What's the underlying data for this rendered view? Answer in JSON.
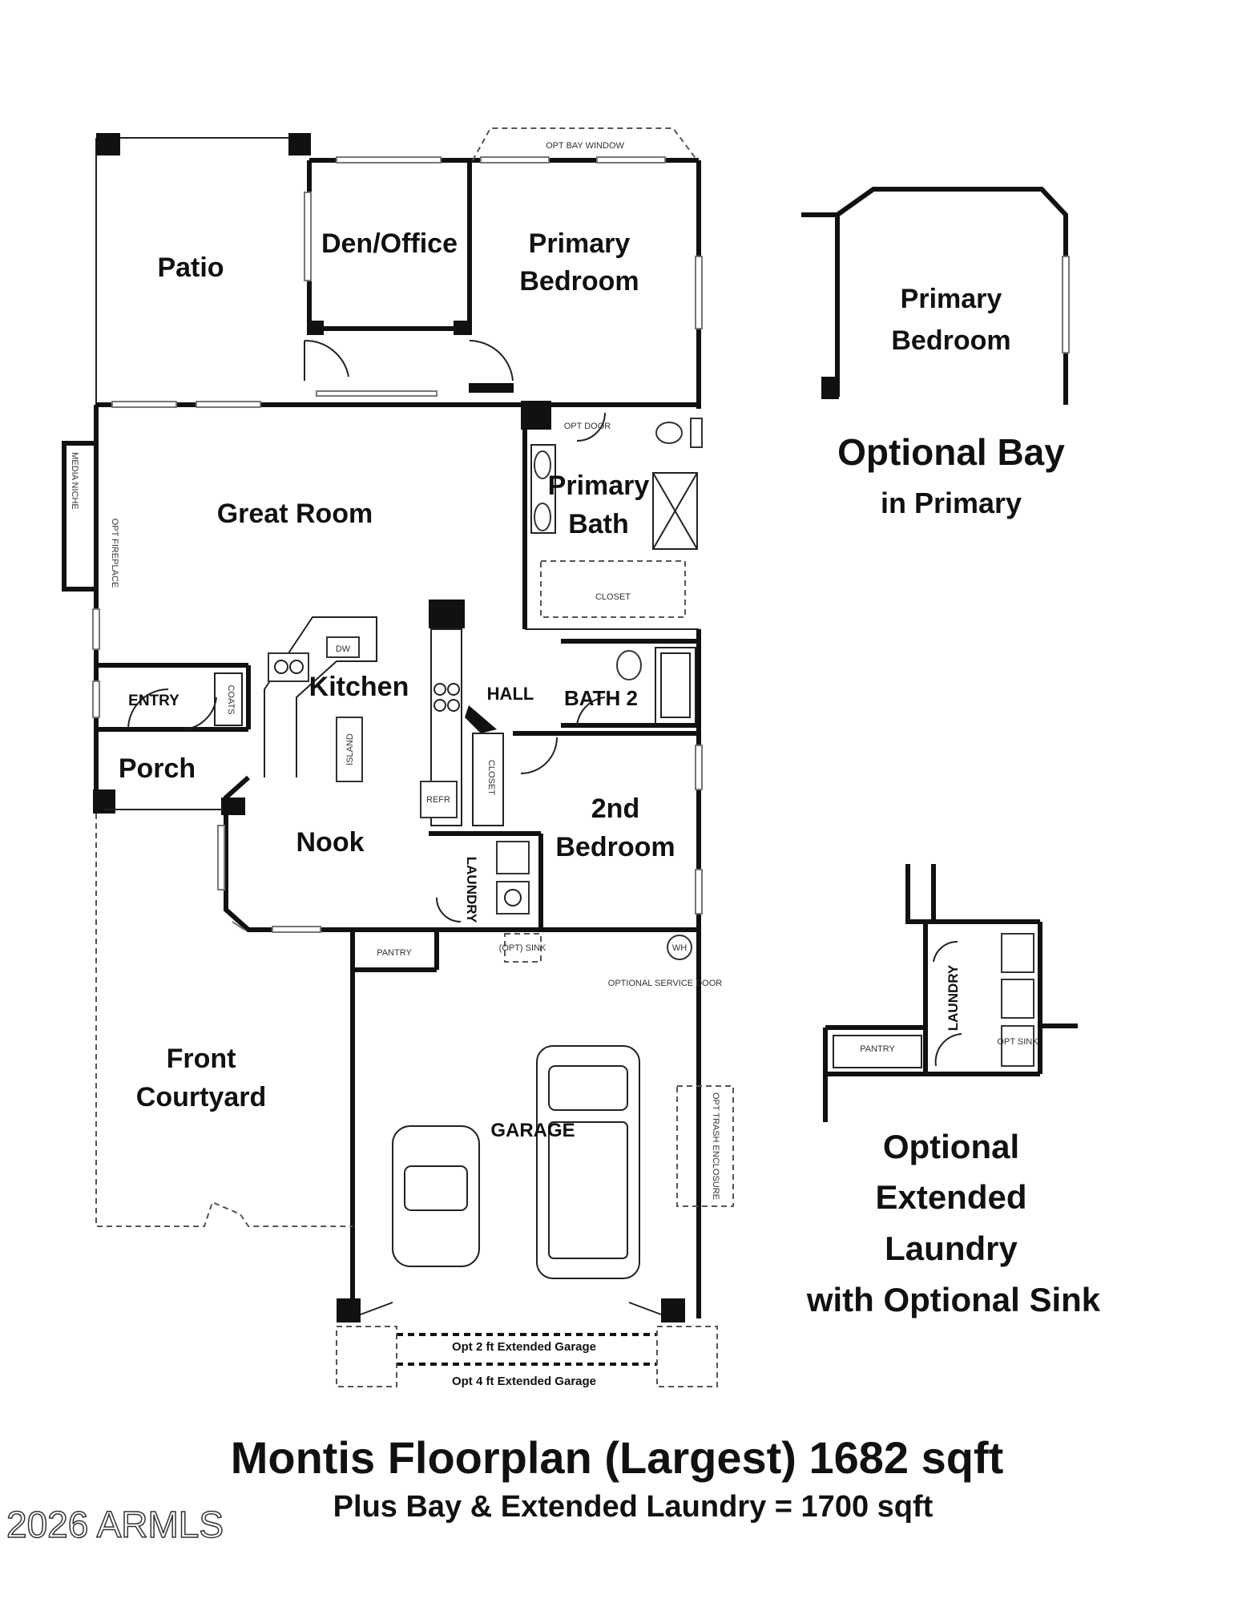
{
  "plan": {
    "rooms": {
      "patio": "Patio",
      "den": "Den/Office",
      "primary_bed_1": "Primary",
      "primary_bed_2": "Bedroom",
      "great_room": "Great Room",
      "primary_bath_1": "Primary",
      "primary_bath_2": "Bath",
      "kitchen": "Kitchen",
      "hall": "HALL",
      "bath2": "BATH 2",
      "entry": "ENTRY",
      "porch": "Porch",
      "nook": "Nook",
      "second_bed_1": "2nd",
      "second_bed_2": "Bedroom",
      "front_courtyard_1": "Front",
      "front_courtyard_2": "Courtyard",
      "garage": "GARAGE",
      "laundry": "LAUNDRY",
      "pantry": "PANTRY"
    },
    "fixtures": {
      "opt_bay_window": "OPT BAY WINDOW",
      "opt_door": "OPT DOOR",
      "closet": "CLOSET",
      "dw": "DW",
      "island": "ISLAND",
      "coats": "COATS",
      "media_niche": "MEDIA NICHE",
      "opt_fireplace": "OPT FIREPLACE",
      "refr": "REFR",
      "opt_sink": "(OPT) SINK",
      "wh": "WH",
      "opt_service_door": "OPTIONAL SERVICE DOOR",
      "opt_trash_enclosure": "OPT TRASH ENCLOSURE"
    },
    "extended_garage": {
      "opt2": "Opt 2 ft Extended Garage",
      "opt4": "Opt 4 ft Extended Garage"
    }
  },
  "options": {
    "bay": {
      "room_1": "Primary",
      "room_2": "Bedroom",
      "title_1": "Optional Bay",
      "title_2": "in Primary"
    },
    "laundry": {
      "pantry": "PANTRY",
      "laundry": "LAUNDRY",
      "sink": "OPT SINK",
      "title_1": "Optional",
      "title_2": "Extended",
      "title_3": "Laundry",
      "title_4": "with Optional Sink"
    }
  },
  "footer": {
    "title": "Montis Floorplan (Largest) 1682 sqft",
    "subtitle": "Plus Bay & Extended Laundry = 1700  sqft",
    "watermark": "2026 ARMLS"
  }
}
